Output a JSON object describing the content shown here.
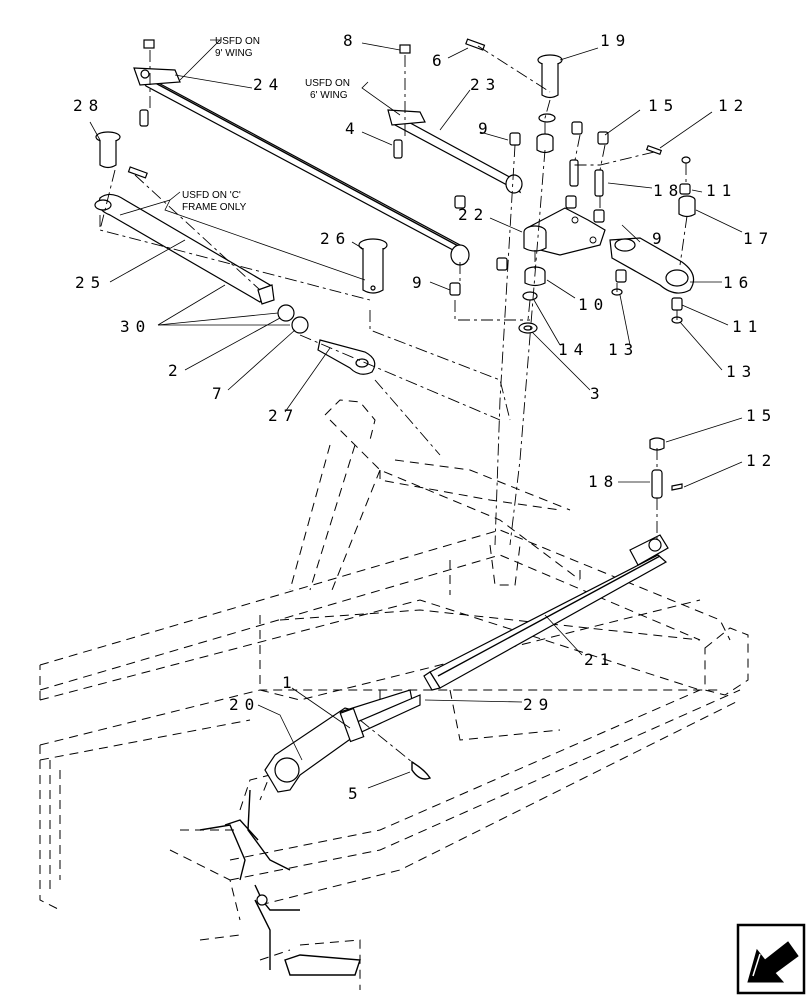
{
  "notes": {
    "wing9": [
      "USFD ON",
      "9' WING"
    ],
    "wing6": [
      "USFD ON",
      "6' WING"
    ],
    "cframe": [
      "USFD ON 'C'",
      "FRAME ONLY"
    ]
  },
  "callouts": [
    {
      "id": "c19",
      "text": "19"
    },
    {
      "id": "c8",
      "text": "8"
    },
    {
      "id": "c6",
      "text": "6"
    },
    {
      "id": "c24",
      "text": "24"
    },
    {
      "id": "c23",
      "text": "23"
    },
    {
      "id": "c28",
      "text": "28"
    },
    {
      "id": "c15a",
      "text": "15"
    },
    {
      "id": "c12a",
      "text": "12"
    },
    {
      "id": "c4",
      "text": "4"
    },
    {
      "id": "c9a",
      "text": "9"
    },
    {
      "id": "c18a",
      "text": "18"
    },
    {
      "id": "c11a",
      "text": "11"
    },
    {
      "id": "c22",
      "text": "22"
    },
    {
      "id": "c17",
      "text": "17"
    },
    {
      "id": "c26",
      "text": "26"
    },
    {
      "id": "c9b",
      "text": "9"
    },
    {
      "id": "c16",
      "text": "16"
    },
    {
      "id": "c25",
      "text": "25"
    },
    {
      "id": "c9c",
      "text": "9"
    },
    {
      "id": "c10",
      "text": "10"
    },
    {
      "id": "c11b",
      "text": "11"
    },
    {
      "id": "c30",
      "text": "30"
    },
    {
      "id": "c14",
      "text": "14"
    },
    {
      "id": "c13a",
      "text": "13"
    },
    {
      "id": "c2",
      "text": "2"
    },
    {
      "id": "c13b",
      "text": "13"
    },
    {
      "id": "c7",
      "text": "7"
    },
    {
      "id": "c3",
      "text": "3"
    },
    {
      "id": "c27",
      "text": "27"
    },
    {
      "id": "c15b",
      "text": "15"
    },
    {
      "id": "c12b",
      "text": "12"
    },
    {
      "id": "c18b",
      "text": "18"
    },
    {
      "id": "c21",
      "text": "21"
    },
    {
      "id": "c1",
      "text": "1"
    },
    {
      "id": "c20",
      "text": "20"
    },
    {
      "id": "c29",
      "text": "29"
    },
    {
      "id": "c5",
      "text": "5"
    }
  ],
  "nav": {
    "icon": "previous-page-arrow-icon"
  }
}
